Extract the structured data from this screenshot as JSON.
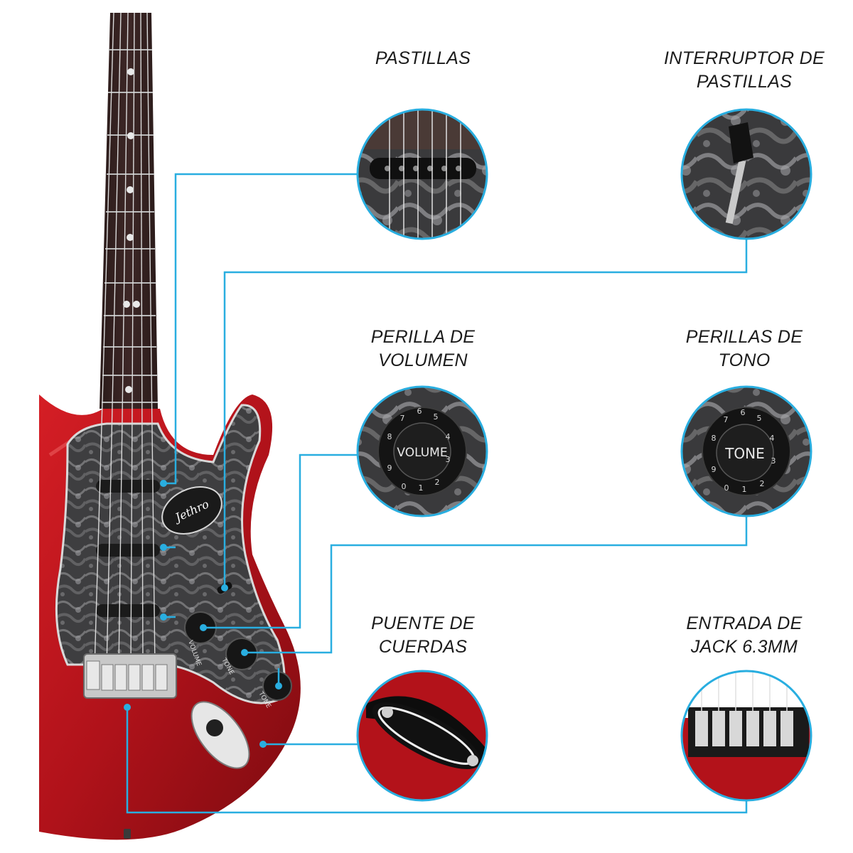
{
  "features": {
    "pickups": {
      "line1": "PASTILLAS",
      "line2": ""
    },
    "pickup_switch": {
      "line1": "INTERRUPTOR DE",
      "line2": "PASTILLAS"
    },
    "volume_knob": {
      "line1": "PERILLA DE",
      "line2": "VOLUMEN"
    },
    "tone_knobs": {
      "line1": "PERILLAS DE",
      "line2": "TONO"
    },
    "bridge": {
      "line1": "PUENTE DE",
      "line2": "CUERDAS"
    },
    "jack_input": {
      "line1": "ENTRADA DE",
      "line2": "JACK 6.3MM"
    }
  },
  "detail_text": {
    "volume_cap": "VOLUME",
    "tone_cap": "TONE",
    "knob_numbers": [
      "0",
      "1",
      "2",
      "3",
      "4",
      "5",
      "6",
      "7",
      "8",
      "9"
    ]
  },
  "guitar_text": {
    "pickguard_volume": "VOLUME",
    "pickguard_tone_1": "TONE",
    "pickguard_tone_2": "TONE"
  },
  "colors": {
    "body_red": "#b0121a",
    "callout_line": "#29aee0",
    "pickguard": "#4a4a4c"
  }
}
